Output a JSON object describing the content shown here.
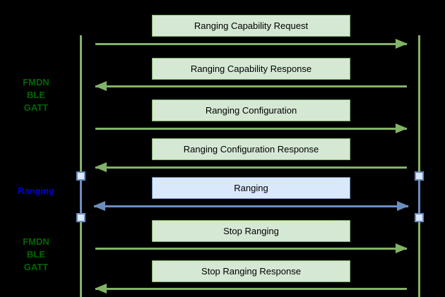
{
  "diagram_type": "sequence-diagram",
  "colors": {
    "background": "#000000",
    "green_box_fill": "#d5e8d4",
    "green_stroke": "#82b366",
    "blue_box_fill": "#dae8fc",
    "blue_stroke": "#6c8ebf",
    "side_label_green": "#006600",
    "side_label_blue": "#0000cc",
    "message_text": "#000000"
  },
  "side_labels": [
    {
      "text": "FMDN\nBLE\nGATT",
      "color": "green"
    },
    {
      "text": "Ranging",
      "color": "blue"
    },
    {
      "text": "FMDN\nBLE\nGATT",
      "color": "green"
    }
  ],
  "messages": [
    {
      "label": "Ranging Capability Request",
      "direction": "right",
      "channel": "green"
    },
    {
      "label": "Ranging Capability Response",
      "direction": "left",
      "channel": "green"
    },
    {
      "label": "Ranging Configuration",
      "direction": "right",
      "channel": "green"
    },
    {
      "label": "Ranging Configuration Response",
      "direction": "left",
      "channel": "green"
    },
    {
      "label": "Ranging",
      "direction": "both",
      "channel": "blue"
    },
    {
      "label": "Stop Ranging",
      "direction": "right",
      "channel": "green"
    },
    {
      "label": "Stop Ranging Response",
      "direction": "left",
      "channel": "green"
    }
  ]
}
